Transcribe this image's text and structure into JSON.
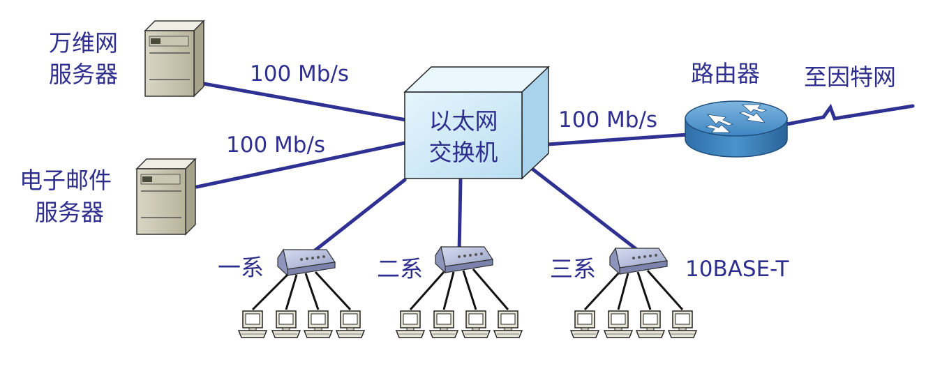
{
  "servers": {
    "web": {
      "label_line1": "万维网",
      "label_line2": "服务器",
      "link_speed": "100 Mb/s"
    },
    "mail": {
      "label_line1": "电子邮件",
      "label_line2": "服务器",
      "link_speed": "100 Mb/s"
    }
  },
  "switch": {
    "label_line1": "以太网",
    "label_line2": "交换机"
  },
  "router": {
    "label": "路由器",
    "link_speed": "100 Mb/s",
    "internet_label": "至因特网"
  },
  "departments": [
    {
      "label": "一系"
    },
    {
      "label": "二系"
    },
    {
      "label": "三系"
    }
  ],
  "hub_type_label": "10BASE-T",
  "colors": {
    "label": "#2e2e8f",
    "link": "#2e3192",
    "switch_fill": "#cfeaf7",
    "router_fill": "#3a7fb8"
  }
}
